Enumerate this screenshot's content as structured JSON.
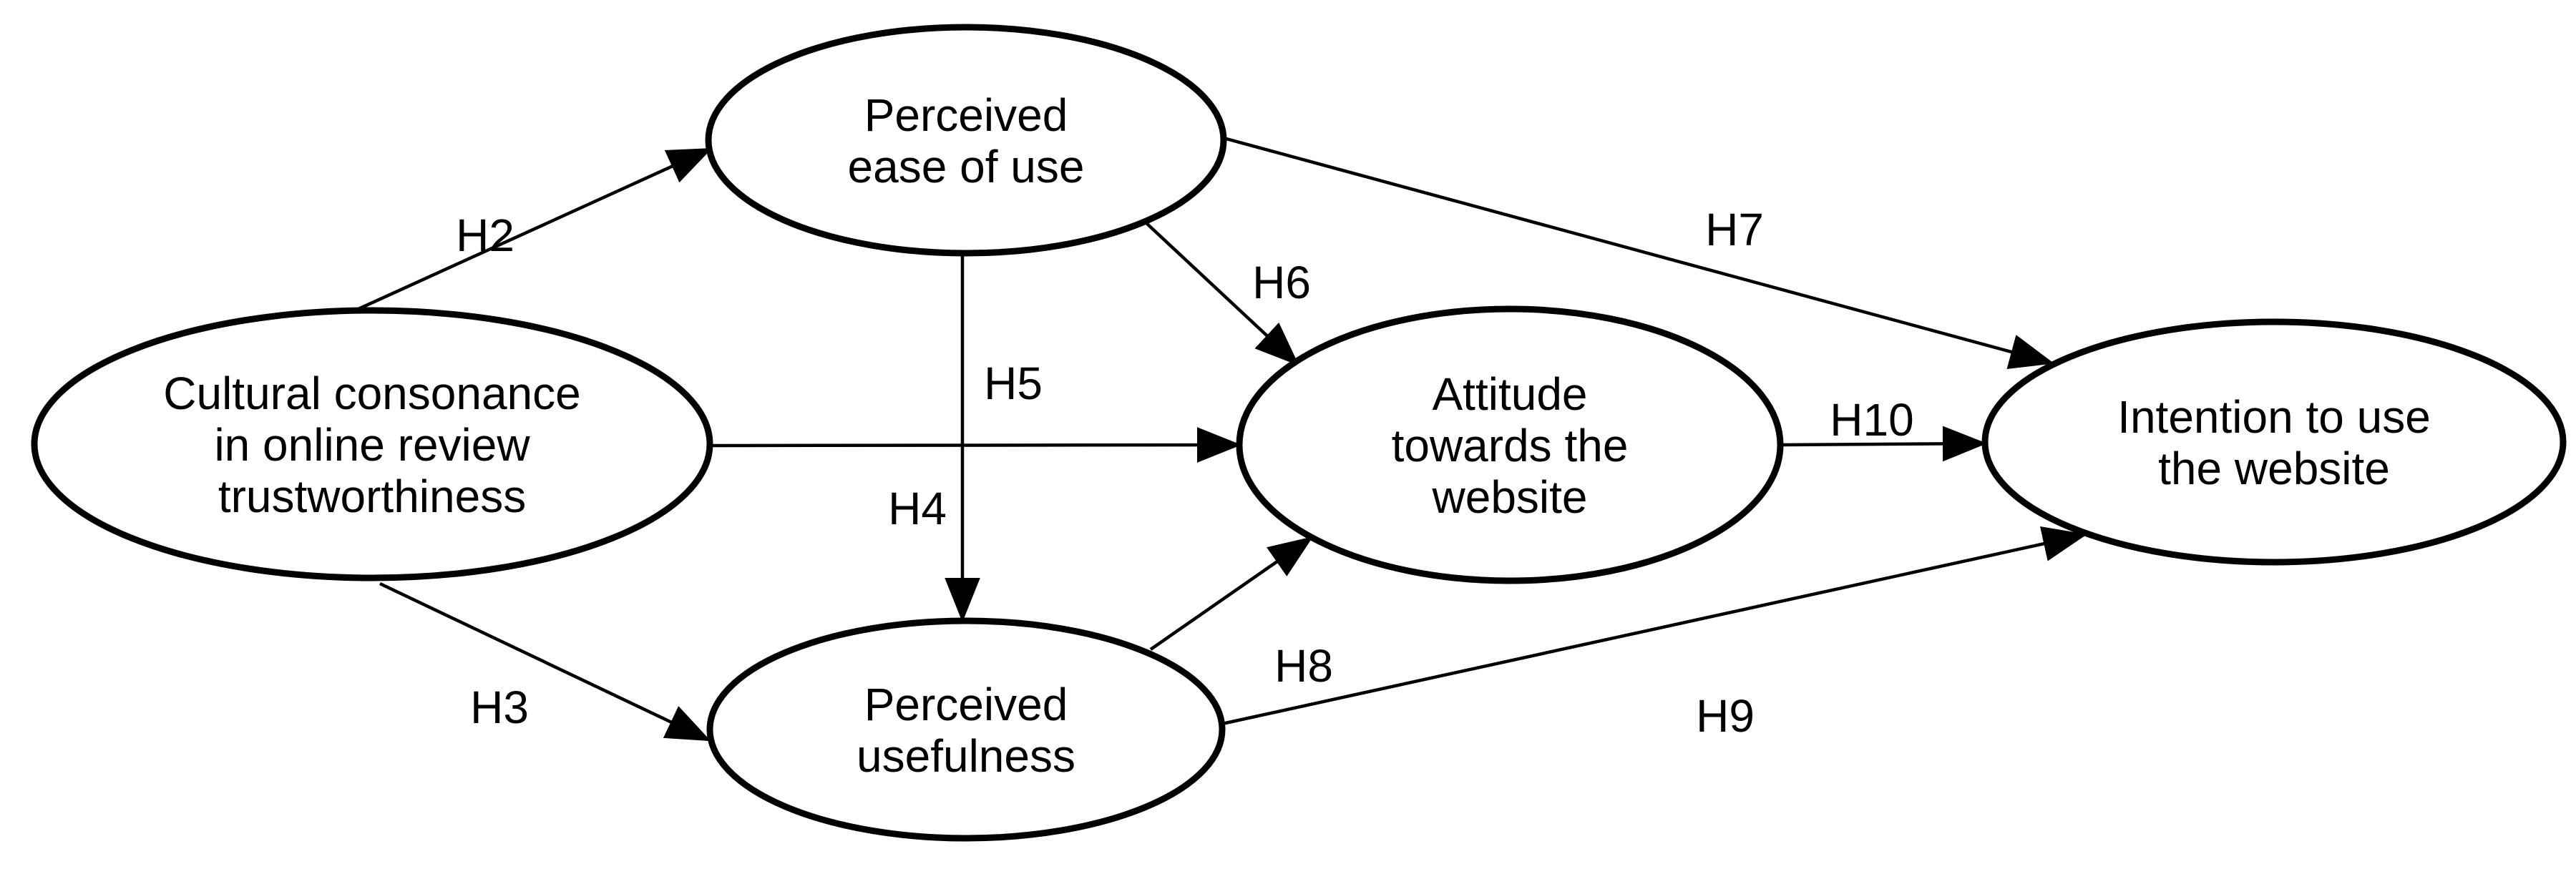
{
  "figure": {
    "background_color": "#ffffff",
    "line_color": "#000000",
    "text_color": "#000000",
    "nodes": [
      {
        "id": "cultural-consonance",
        "label": "Cultural consonance in online review trustworthiness",
        "lines": [
          "Cultural consonance",
          "in online review",
          "trustworthiness"
        ]
      },
      {
        "id": "perceived-ease-of-use",
        "label": "Perceived ease of use",
        "lines": [
          "Perceived",
          "ease of use"
        ]
      },
      {
        "id": "perceived-usefulness",
        "label": "Perceived usefulness",
        "lines": [
          "Perceived",
          "usefulness"
        ]
      },
      {
        "id": "attitude-towards-website",
        "label": "Attitude towards the website",
        "lines": [
          "Attitude",
          "towards the",
          "website"
        ]
      },
      {
        "id": "intention-to-use-website",
        "label": "Intention to use the website",
        "lines": [
          "Intention to use",
          "the website"
        ]
      }
    ],
    "edges": [
      {
        "id": "h2",
        "label": "H2",
        "from": "cultural-consonance",
        "to": "perceived-ease-of-use"
      },
      {
        "id": "h3",
        "label": "H3",
        "from": "cultural-consonance",
        "to": "perceived-usefulness"
      },
      {
        "id": "h4",
        "label": "H4",
        "from": "perceived-ease-of-use",
        "to": "perceived-usefulness"
      },
      {
        "id": "h5",
        "label": "H5",
        "from": "cultural-consonance",
        "to": "attitude-towards-website"
      },
      {
        "id": "h6",
        "label": "H6",
        "from": "perceived-ease-of-use",
        "to": "attitude-towards-website"
      },
      {
        "id": "h7",
        "label": "H7",
        "from": "perceived-ease-of-use",
        "to": "intention-to-use-website"
      },
      {
        "id": "h8",
        "label": "H8",
        "from": "perceived-usefulness",
        "to": "attitude-towards-website"
      },
      {
        "id": "h9",
        "label": "H9",
        "from": "perceived-usefulness",
        "to": "intention-to-use-website"
      },
      {
        "id": "h10",
        "label": "H10",
        "from": "attitude-towards-website",
        "to": "intention-to-use-website"
      }
    ]
  }
}
